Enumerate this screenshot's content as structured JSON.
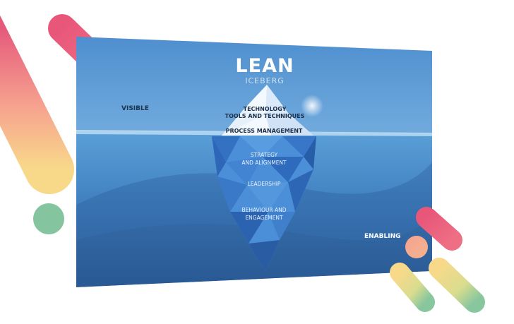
{
  "title": "LEAN",
  "subtitle": "ICEBERG",
  "side_labels": {
    "visible": "VISIBLE",
    "enabling": "ENABLING"
  },
  "visible_layers": [
    "TECHNOLOGY",
    "TOOLS AND TECHNIQUES",
    "PROCESS MANAGEMENT"
  ],
  "hidden_layers": [
    "STRATEGY",
    "AND ALIGNMENT",
    "LEADERSHIP",
    "BEHAVIOUR AND",
    "ENGAGEMENT"
  ],
  "colors": {
    "sky_top": "#4f8fcf",
    "sky_bottom": "#a9d3f0",
    "water_top": "#5aa0d8",
    "water_bottom": "#2d5f9a",
    "ice_light": "#f4f9ff",
    "ice_blue": "#4b8fd8",
    "ice_deep": "#2a62b5",
    "accent_pink": "#e55a7b",
    "accent_yellow": "#f8d98a",
    "accent_green": "#7fc49b",
    "accent_peach": "#f6a28f"
  }
}
